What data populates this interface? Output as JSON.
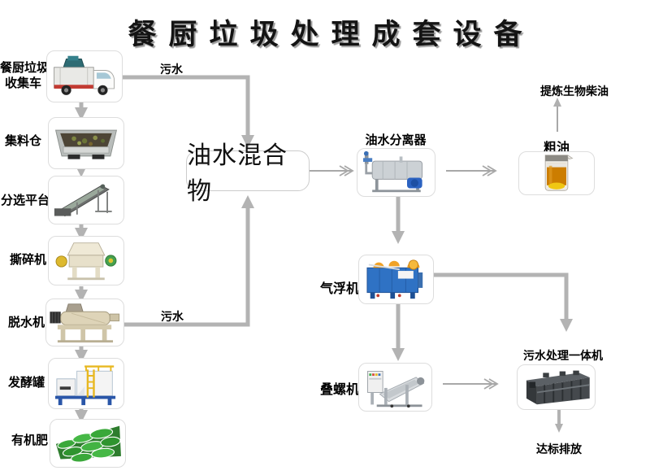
{
  "title": "餐厨垃圾处理成套设备",
  "flow": {
    "truck": {
      "line1": "餐厨垃圾",
      "line2": "收集车"
    },
    "silo": {
      "label": "集料仓"
    },
    "sorting": {
      "label": "分选平台"
    },
    "shredder": {
      "label": "撕碎机"
    },
    "dewaterer": {
      "label": "脱水机"
    },
    "fermenter": {
      "label": "发酵罐"
    },
    "fertilizer": {
      "label": "有机肥"
    },
    "mixture": {
      "label": "油水混合物"
    },
    "sewage_top": {
      "label": "污水"
    },
    "sewage_bottom": {
      "label": "污水"
    },
    "separator": {
      "label": "油水分离器"
    },
    "crude_oil": {
      "label": "粗油"
    },
    "biodiesel": {
      "label": "提炼生物柴油"
    },
    "flotation": {
      "label": "气浮机"
    },
    "screw_press": {
      "label": "叠螺机"
    },
    "integrated": {
      "label": "污水处理一体机"
    },
    "discharge": {
      "label": "达标排放"
    }
  },
  "colors": {
    "line_thick": "#b3b3b3",
    "line_thin": "#a8a8a8",
    "box_border": "#dddddd",
    "oil": "#cc7d00",
    "flotation_blue": "#2f72c4",
    "fermenter_blue": "#2a56a8",
    "bag_green": "#3aa83a"
  }
}
